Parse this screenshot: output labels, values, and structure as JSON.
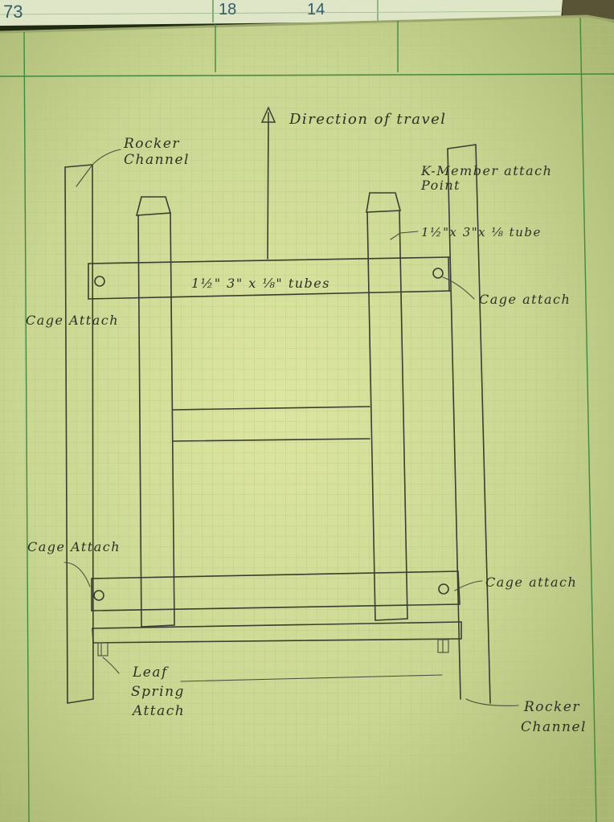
{
  "sheet_numbers": [
    "73",
    "18",
    "14"
  ],
  "labels": {
    "direction": "Direction of travel",
    "rocker_left_1": "Rocker",
    "rocker_left_2": "Channel",
    "kmember_1": "K-Member attach",
    "kmember_2": "Point",
    "tube_spec_right": "1½\"x 3\"x ⅛ tube",
    "tubes_center": "1½\" 3\" x ⅛\" tubes",
    "cage_top_left": "Cage Attach",
    "cage_top_right": "Cage attach",
    "cage_bottom_left": "Cage Attach",
    "cage_bottom_right": "Cage attach",
    "leaf_1": "Leaf",
    "leaf_2": "Spring",
    "leaf_3": "Attach",
    "rocker_right_1": "Rocker",
    "rocker_right_2": "Channel"
  },
  "colors": {
    "paper": "#c9d792",
    "grid_minor": "#b3c67f",
    "grid_major": "#3f8a3e",
    "pencil": "#3a3c35"
  }
}
